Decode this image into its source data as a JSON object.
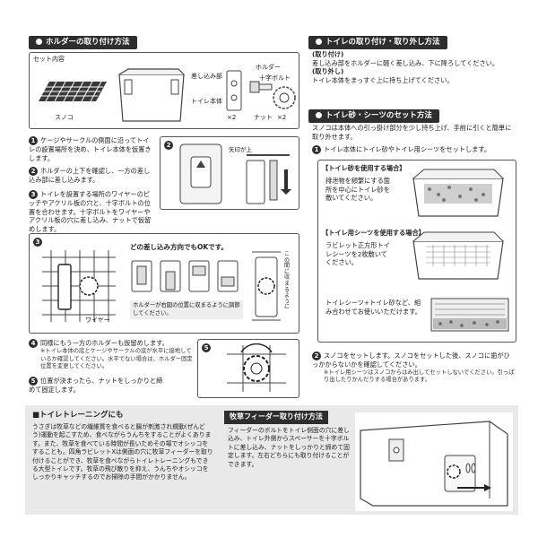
{
  "holder": {
    "title": "ホルダーの取り付け方法",
    "set_contents": "セット内容",
    "labels": {
      "sunoko": "スノコ",
      "sashikomi": "差し込み部",
      "toilet_body": "トイレ本体",
      "holder": "ホルダー",
      "bolt": "十字ボルト",
      "nut": "ナット",
      "x2a": "×2",
      "x2b": "×2"
    },
    "steps": [
      {
        "n": "1",
        "text": "ケージやサークルの側面に沿ってトイレの設置場所を決め、トイレ本体を仮置きします。"
      },
      {
        "n": "2",
        "text": "ホルダーの上下を確認し、一方の差し込み部に差し込みます。"
      },
      {
        "n": "3",
        "text": "トイレを設置する場所のワイヤーのピッチやアクリル板の穴と、十字ボルトの位置を合わせます。十字ボルトをワイヤーやアクリル板の穴に差し込み、ナットで仮留めします。"
      },
      {
        "n": "4",
        "text": "同様にもう一方のホルダーも仮留めします。"
      },
      {
        "n": "5",
        "text": "位置が決まったら、ナットをしっかりと締めて固定します。"
      }
    ],
    "step4_note": "※トイレ本体の底とケージやサークルの底が水平に接地しているか確認してください。水平でない場合は、ホルダー固定位置を変更してください。",
    "fig2_arrow": "矢印が上",
    "fig3_callout": "どの差し込み方向でもOKです。",
    "fig3_note": "ホルダーが右図の位置に収まるように調節してください。",
    "fig3_vertical": "この間に収まるように",
    "wire": "ワイヤー",
    "fig_nums": [
      "2",
      "3",
      "5"
    ]
  },
  "toilet_remove": {
    "title": "トイレの取り付け・取り外し方法",
    "attach_head": "(取り付け)",
    "attach_text": "差し込み部をホルダーに軽く差し込み、下に降ろしてください。",
    "remove_head": "(取り外し)",
    "remove_text": "トイレ本体をまっすぐ上に持ち上げてください。"
  },
  "sand": {
    "title": "トイレ砂・シーツのセット方法",
    "intro": "スノコは本体への引っ掛け部分を少し持ち上げ、手前に引くと簡単に取り外せます。",
    "step1": "トイレ本体にトイレ砂やトイレ用シーツをセットします。",
    "case_sand_head": "【トイレ砂を使用する場合】",
    "case_sand_text": "排泄物を頻繁にする箇所を中心にトイレ砂を敷いてください。",
    "case_sheet_head": "【トイレ用シーツを使用する場合】",
    "case_sheet_text": "ラビレット正方形トイレシーツを2枚敷いてください。",
    "case_combo_text": "トイレシーツ+トイレ砂など、組み合わせてお使いいただけます。",
    "step2": "スノコをセットします。スノコをセットした後、スノコに歯がひっかからないかを確認してください。",
    "step2_note": "※トイレ用シーツはスノコからはみ出してセットしないでください。引っぱり出したりかんだりする場合があります。"
  },
  "training": {
    "title": "■トイレトレーニングにも",
    "text": "うさぎは牧草などの繊維質を食べると腸が刺激され蠕動(ぜんどう)運動を起こすため、食べながらうんちをすることがよくあります。また、牧草を食べている時間が長いためその場でオシッコをすることも。四角ラビレットXは側面の穴に牧草フィーダーを取り付けることができ、牧草を食べながらトイレトレーニングもできる大型トイレです。牧草の飛び散りを抑え、うんちやオシッコをしっかりキャッチするのでお掃除の手間がかかりません。"
  },
  "feeder": {
    "title": "牧草フィーダー取り付け方法",
    "text": "フィーダーのボルトをトイレ側面の穴に差し込み、トイレ外側からスペーサーを十字ボルトに差し込み、ナットをしっかりと締めて固定します。左右どちらにも取り付けることができます。"
  },
  "colors": {
    "dark": "#2e2e2e",
    "gray": "#e9e9e9",
    "line": "#555555"
  }
}
